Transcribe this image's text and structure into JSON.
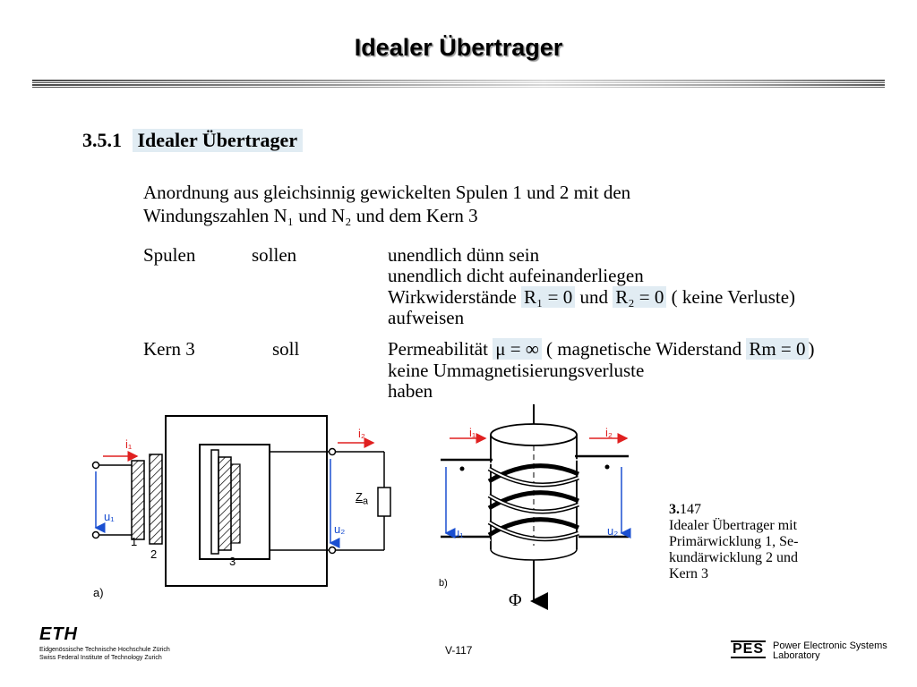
{
  "title": "Idealer Übertrager",
  "section": {
    "number": "3.5.1",
    "name": "Idealer Übertrager"
  },
  "intro": {
    "line1": "Anordnung aus gleichsinnig gewickelten Spulen 1 und 2 mit den",
    "line2": "Windungszahlen N₁ und N₂ und dem Kern 3"
  },
  "spulen": {
    "subject": "Spulen",
    "verb": "sollen",
    "line1": "unendlich dünn sein",
    "line2": "unendlich dicht aufeinanderliegen",
    "line3_prefix": "Wirkwiderstände",
    "r1": "R₁ = 0",
    "und": "und",
    "r2": "R₂ = 0",
    "line3_suffix": "( keine Verluste)",
    "line4": "aufweisen"
  },
  "kern": {
    "subject": "Kern 3",
    "verb": "soll",
    "line1_prefix": "Permeabilität",
    "mu": "μ = ∞",
    "line1_mid": "( magnetische Widerstand",
    "rm": "Rm = 0",
    "line1_suffix": ")",
    "line2": "keine Ummagnetisierungsverluste",
    "line3": "haben"
  },
  "figure_a": {
    "i1": "i₁",
    "i2": "i₂",
    "u1": "u₁",
    "u2": "u₂",
    "za": "Z",
    "za_sub": "a",
    "l1": "1",
    "l2": "2",
    "l3": "3",
    "tag": "a)"
  },
  "figure_b": {
    "i1": "i₁",
    "i2": "i₂",
    "u1": "u₁",
    "u2": "u₂",
    "phi": "Φ",
    "tag": "b)"
  },
  "caption": {
    "number": "3.",
    "number2": "147",
    "line1": "Idealer Übertrager mit",
    "line2": "Primärwicklung 1, Se-",
    "line3": "kundärwicklung 2 und",
    "line4": "Kern 3"
  },
  "footer": {
    "eth_logo": "ETH",
    "eth_line1": "Eidgenössische Technische Hochschule Zürich",
    "eth_line2": "Swiss Federal Institute of Technology Zurich",
    "page": "V-117",
    "pes_logo": "PES",
    "pes_line1": "Power Electronic Systems",
    "pes_line2": "Laboratory"
  },
  "colors": {
    "accent_blue": "#1a4fd1",
    "accent_red": "#e02020",
    "highlight": "#e1ecf3"
  }
}
